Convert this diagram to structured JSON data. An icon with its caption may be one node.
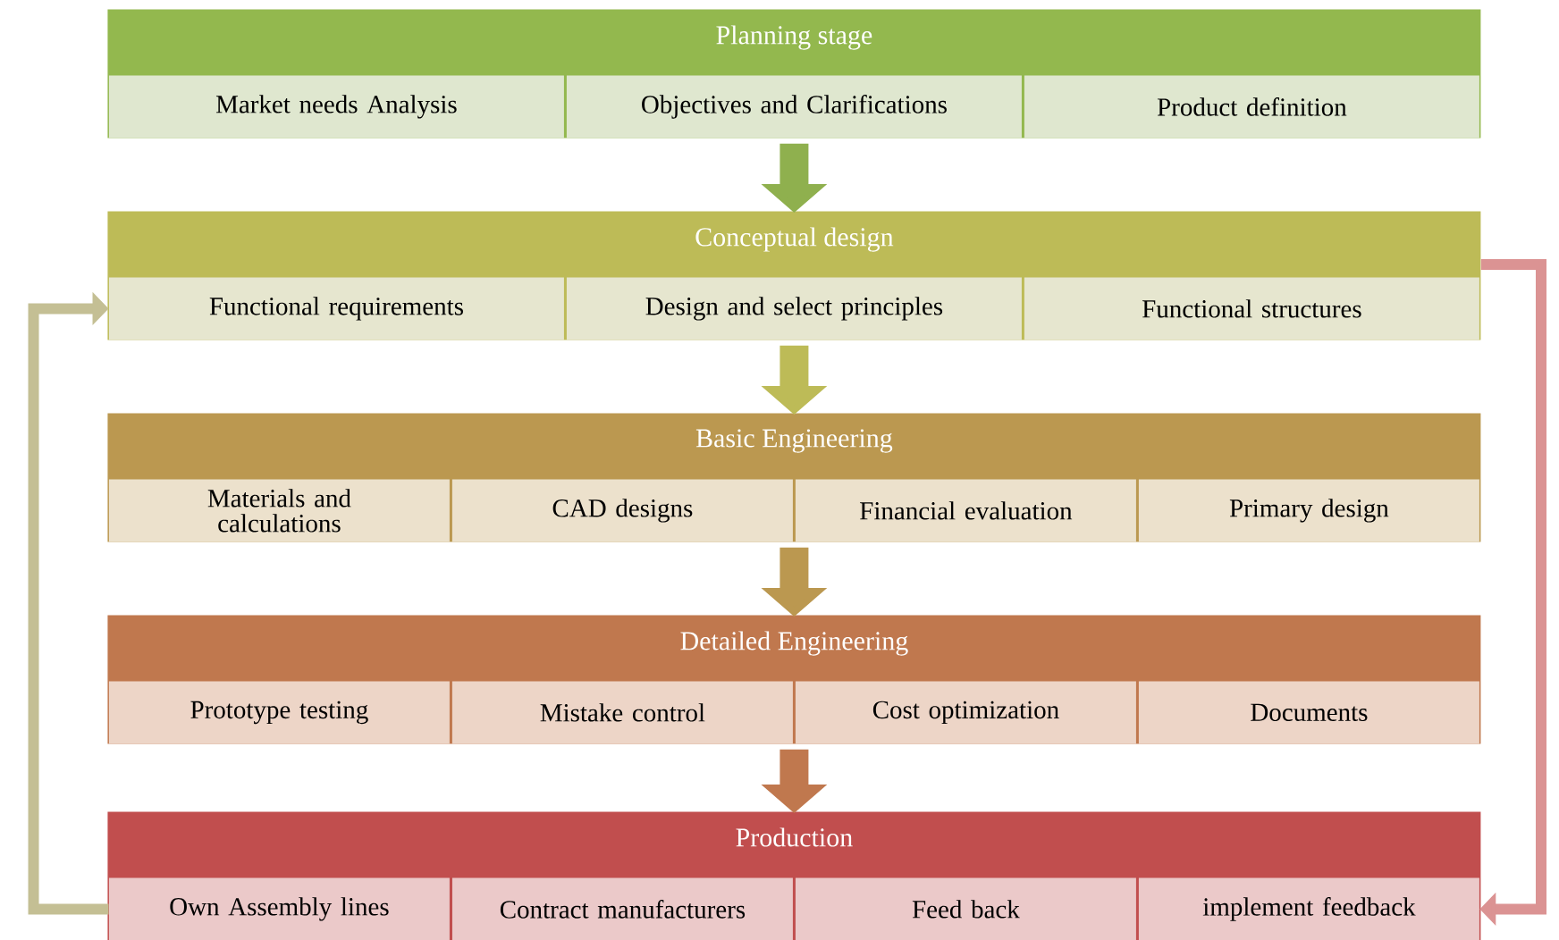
{
  "diagram": {
    "nodes": [
      {
        "text": [
          "Planning stage"
        ]
      },
      {
        "text": [
          "Market needs Analysis"
        ],
        "in": 0
      },
      {
        "text": [
          "Objectives and Clarifications"
        ],
        "in": 0
      },
      {
        "text": [
          "Product definition"
        ],
        "in": 0
      },
      {
        "text": [
          "Conceptual design"
        ]
      },
      {
        "text": [
          "Functional requirements"
        ],
        "in": 4
      },
      {
        "text": [
          "Design and select principles"
        ],
        "in": 4
      },
      {
        "text": [
          "Functional structures"
        ],
        "in": 4
      },
      {
        "text": [
          "Basic Engineering"
        ]
      },
      {
        "text": [
          "Materials and calculations"
        ],
        "in": 8
      },
      {
        "text": [
          "CAD designs"
        ],
        "in": 8
      },
      {
        "text": [
          "Financial evaluation"
        ],
        "in": 8
      },
      {
        "text": [
          "Primary design"
        ],
        "in": 8
      },
      {
        "text": [
          "Detailed Engineering"
        ]
      },
      {
        "text": [
          "Prototype testing"
        ],
        "in": 13
      },
      {
        "text": [
          "Mistake control"
        ],
        "in": 13
      },
      {
        "text": [
          "Cost optimization"
        ],
        "in": 13
      },
      {
        "text": [
          "Documents"
        ],
        "in": 13
      },
      {
        "text": [
          "Production"
        ]
      },
      {
        "text": [
          "Own Assembly lines"
        ],
        "in": 18
      },
      {
        "text": [
          "Contract manufacturers"
        ],
        "in": 18
      },
      {
        "text": [
          "Feed back"
        ],
        "in": 18
      },
      {
        "text": [
          "implement feedback"
        ],
        "in": 18
      }
    ],
    "edges": [
      {
        "from": 0,
        "to": 4,
        "arrow": "to",
        "color": "#8fb04e"
      },
      {
        "from": 4,
        "to": 8,
        "arrow": "to",
        "color": "#bdbb57"
      },
      {
        "from": 8,
        "to": 13,
        "arrow": "to",
        "color": "#bb9850"
      },
      {
        "from": 13,
        "to": 18,
        "arrow": "to",
        "color": "#c0784e"
      },
      {
        "from": 19,
        "to": 5,
        "arrow": "to",
        "color": "#c4bf94"
      },
      {
        "from": 4,
        "to": 22,
        "arrow": "to",
        "color": "#db9393"
      }
    ]
  }
}
